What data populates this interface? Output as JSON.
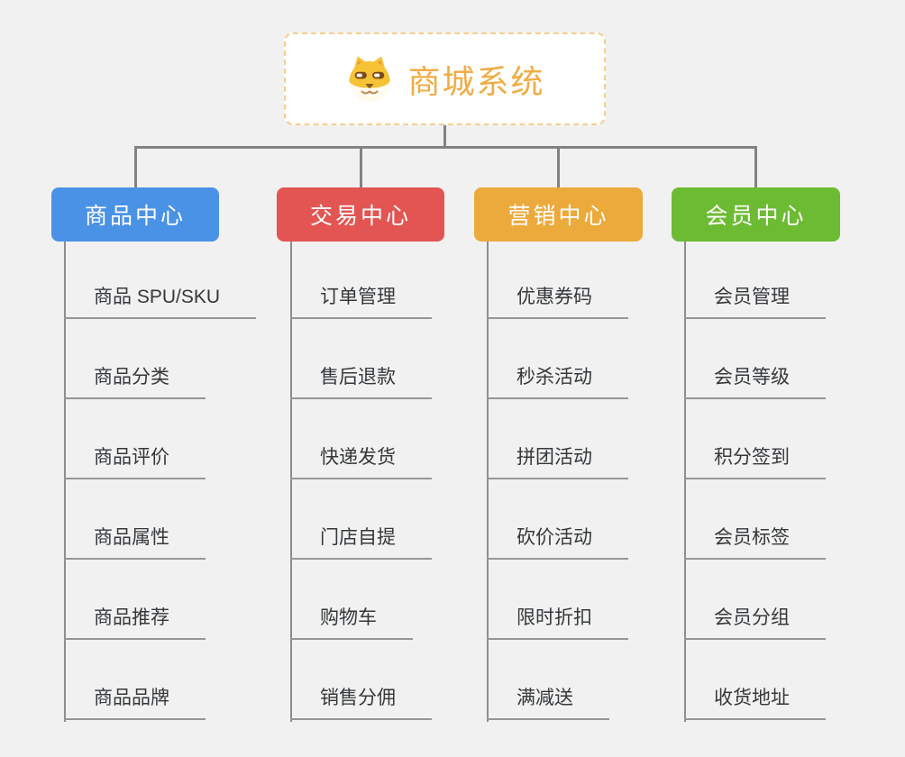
{
  "page": {
    "background_color": "#f1f1f1"
  },
  "root_node": {
    "title": "商城系统",
    "icon": "doge-face-icon",
    "title_color": "#f0ac44",
    "border_color": "#f8cd8e"
  },
  "connectors": {
    "line_color": "#828282",
    "trunk_color": "#8e8e8e",
    "underline_color": "#969696"
  },
  "branches": [
    {
      "label": "商品中心",
      "color": "#4a92e5",
      "children": [
        "商品 SPU/SKU",
        "商品分类",
        "商品评价",
        "商品属性",
        "商品推荐",
        "商品品牌"
      ]
    },
    {
      "label": "交易中心",
      "color": "#e25552",
      "children": [
        "订单管理",
        "售后退款",
        "快递发货",
        "门店自提",
        "购物车",
        "销售分佣"
      ]
    },
    {
      "label": "营销中心",
      "color": "#ecaa3c",
      "children": [
        "优惠券码",
        "秒杀活动",
        "拼团活动",
        "砍价活动",
        "限时折扣",
        "满减送"
      ]
    },
    {
      "label": "会员中心",
      "color": "#6cbb33",
      "children": [
        "会员管理",
        "会员等级",
        "积分签到",
        "会员标签",
        "会员分组",
        "收货地址"
      ]
    }
  ]
}
